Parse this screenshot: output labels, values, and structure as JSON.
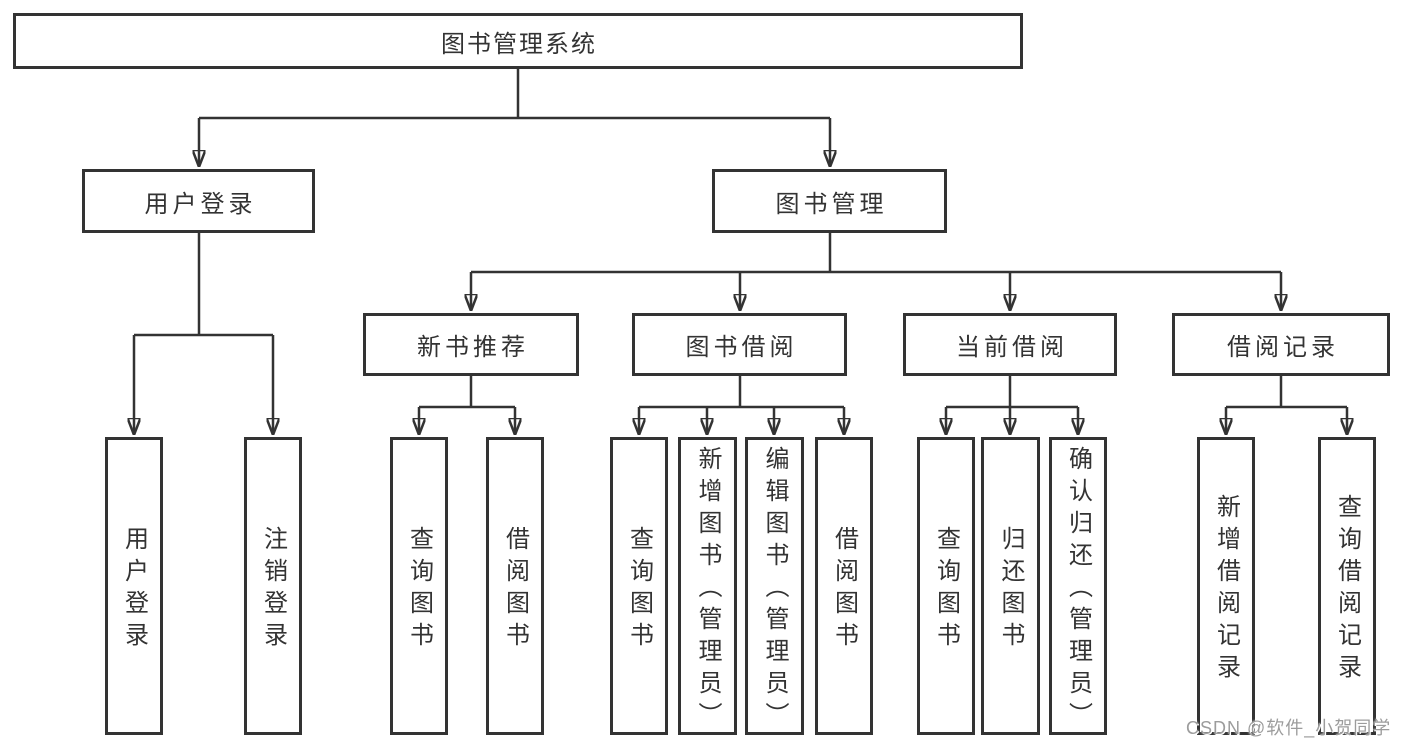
{
  "diagram_title": "图书管理系统",
  "colors": {
    "background": "#ffffff",
    "line": "#333333",
    "text": "#333333",
    "watermark": "#9c9c9c"
  },
  "tree": {
    "root": {
      "label": "图书管理系统"
    },
    "level2": [
      {
        "label": "用户登录"
      },
      {
        "label": "图书管理"
      }
    ],
    "level3": [
      {
        "parent": "图书管理",
        "label": "新书推荐"
      },
      {
        "parent": "图书管理",
        "label": "图书借阅"
      },
      {
        "parent": "图书管理",
        "label": "当前借阅"
      },
      {
        "parent": "图书管理",
        "label": "借阅记录"
      }
    ],
    "leaves": [
      {
        "parent": "用户登录",
        "label": "用户登录"
      },
      {
        "parent": "用户登录",
        "label": "注销登录"
      },
      {
        "parent": "新书推荐",
        "label": "查询图书"
      },
      {
        "parent": "新书推荐",
        "label": "借阅图书"
      },
      {
        "parent": "图书借阅",
        "label": "查询图书"
      },
      {
        "parent": "图书借阅",
        "label": "新增图书（管理员）"
      },
      {
        "parent": "图书借阅",
        "label": "编辑图书（管理员）"
      },
      {
        "parent": "图书借阅",
        "label": "借阅图书"
      },
      {
        "parent": "当前借阅",
        "label": "查询图书"
      },
      {
        "parent": "当前借阅",
        "label": "归还图书"
      },
      {
        "parent": "当前借阅",
        "label": "确认归还（管理员）"
      },
      {
        "parent": "借阅记录",
        "label": "新增借阅记录"
      },
      {
        "parent": "借阅记录",
        "label": "查询借阅记录"
      }
    ]
  },
  "watermark": {
    "text": "CSDN @软件_小贺同学"
  }
}
